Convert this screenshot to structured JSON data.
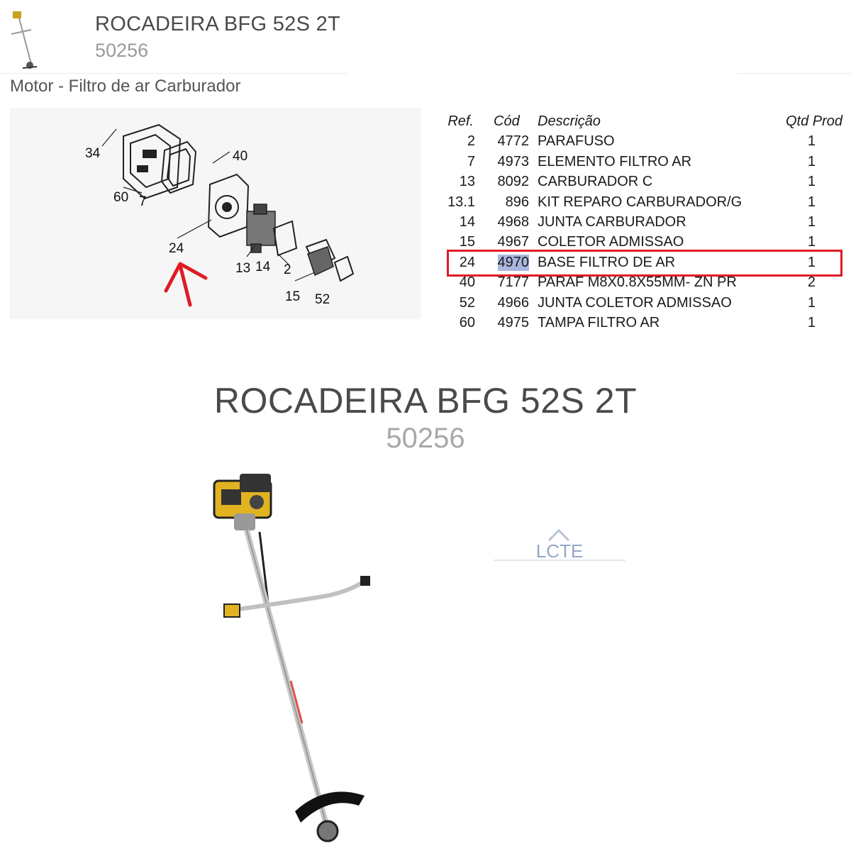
{
  "header": {
    "title": "ROCADEIRA BFG 52S 2T",
    "code": "50256"
  },
  "section": {
    "title": "Motor - Filtro de ar Carburador"
  },
  "diagram": {
    "labels": [
      "34",
      "40",
      "60",
      "7",
      "24",
      "13",
      "14",
      "2",
      "15",
      "52"
    ],
    "arrow_color": "#e01b24"
  },
  "parts_table": {
    "headers": {
      "ref": "Ref.",
      "cod": "Cód",
      "desc": "Descrição",
      "qtd": "Qtd Prod"
    },
    "rows": [
      {
        "ref": "2",
        "cod": "4772",
        "desc": "PARAFUSO",
        "qtd": "1"
      },
      {
        "ref": "7",
        "cod": "4973",
        "desc": "ELEMENTO FILTRO AR",
        "qtd": "1"
      },
      {
        "ref": "13",
        "cod": "8092",
        "desc": "CARBURADOR C",
        "qtd": "1"
      },
      {
        "ref": "13.1",
        "cod": "896",
        "desc": "KIT REPARO CARBURADOR/G",
        "qtd": "1"
      },
      {
        "ref": "14",
        "cod": "4968",
        "desc": "JUNTA CARBURADOR",
        "qtd": "1"
      },
      {
        "ref": "15",
        "cod": "4967",
        "desc": "COLETOR ADMISSAO",
        "qtd": "1"
      },
      {
        "ref": "24",
        "cod": "4970",
        "desc": "BASE FILTRO DE AR",
        "qtd": "1"
      },
      {
        "ref": "40",
        "cod": "7177",
        "desc": "PARAF M8X0.8X55MM- ZN PR",
        "qtd": "2"
      },
      {
        "ref": "52",
        "cod": "4966",
        "desc": "JUNTA COLETOR ADMISSAO",
        "qtd": "1"
      },
      {
        "ref": "60",
        "cod": "4975",
        "desc": "TAMPA FILTRO AR",
        "qtd": "1"
      }
    ],
    "highlight_color": "#e01b24"
  },
  "product": {
    "title": "ROCADEIRA BFG 52S 2T",
    "code": "50256"
  },
  "watermark": {
    "text": "LCTE"
  }
}
